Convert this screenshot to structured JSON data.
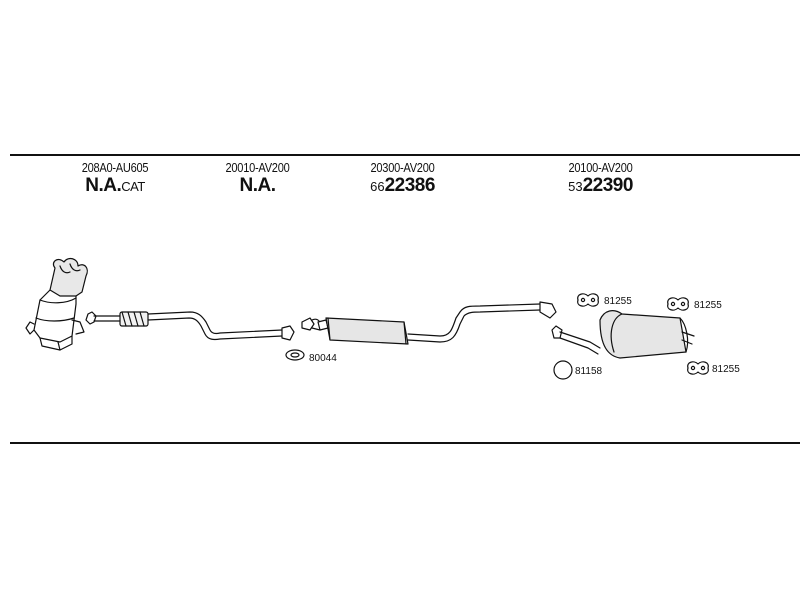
{
  "assemblies": [
    {
      "code": "208A0-AU605",
      "number_prefix": "",
      "number": "N.A.",
      "number_suffix": "CAT"
    },
    {
      "code": "20010-AV200",
      "number_prefix": "",
      "number": "N.A.",
      "number_suffix": ""
    },
    {
      "code": "20300-AV200",
      "number_prefix": "66",
      "number": "22386",
      "number_suffix": ""
    },
    {
      "code": "20100-AV200",
      "number_prefix": "53",
      "number": "22390",
      "number_suffix": ""
    }
  ],
  "parts": [
    {
      "label": "80044"
    },
    {
      "label": "81255"
    },
    {
      "label": "81255"
    },
    {
      "label": "81158"
    },
    {
      "label": "81255"
    }
  ]
}
